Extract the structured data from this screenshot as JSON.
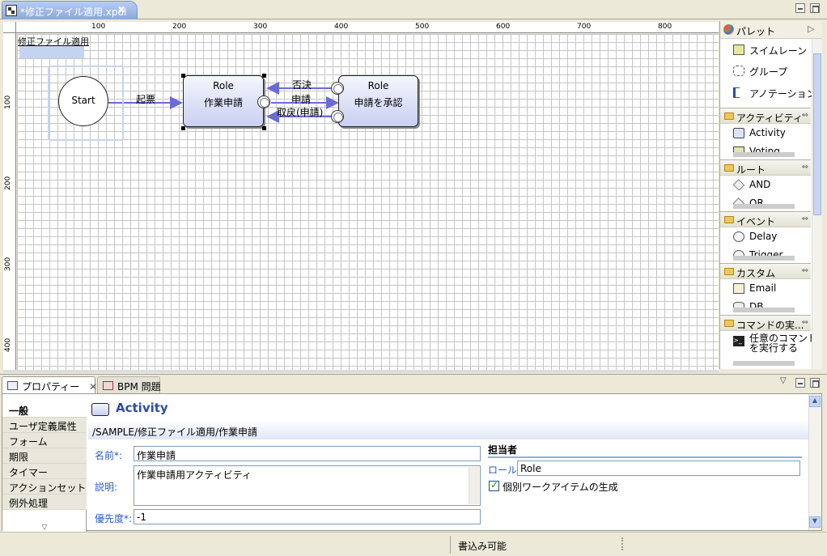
{
  "editor": {
    "tab_title": "*修正ファイル適用.xpdl",
    "tab_close": "✖",
    "ruler_x": [
      "100",
      "200",
      "300",
      "400",
      "500",
      "600",
      "700",
      "800"
    ],
    "ruler_y": [
      "100",
      "200",
      "300",
      "400"
    ]
  },
  "diagram": {
    "process_name": "修正ファイル適用",
    "start_label": "Start",
    "activity1": {
      "role": "Role",
      "name": "作業申請"
    },
    "activity2": {
      "role": "Role",
      "name": "申請を承認"
    },
    "flows": {
      "kihyo": "起票",
      "hiketsu": "否決",
      "shinsei": "申請",
      "torimodoshi": "取戻(申請)"
    }
  },
  "palette": {
    "title": "パレット",
    "tools": [
      "スイムレーン",
      "グループ",
      "アノテーション"
    ],
    "drawers": [
      {
        "label": "アクティビティ",
        "items": [
          "Activity",
          "Voting"
        ]
      },
      {
        "label": "ルート",
        "items": [
          "AND",
          "OR"
        ]
      },
      {
        "label": "イベント",
        "items": [
          "Delay",
          "Trigger"
        ]
      },
      {
        "label": "カスタム",
        "items": [
          "Email",
          "DB"
        ]
      },
      {
        "label": "コマンドの実...",
        "items": [
          "任意のコマンド",
          "を実行する"
        ]
      }
    ]
  },
  "properties": {
    "tab_label": "プロパティー",
    "tab2_label": "BPM 問題",
    "side_tabs": [
      "一般",
      "ユーザ定義属性",
      "フォーム",
      "期限",
      "タイマー",
      "アクションセット",
      "例外処理"
    ],
    "title": "Activity",
    "path": "/SAMPLE/修正ファイル適用/作業申請",
    "name_label": "名前*:",
    "name_value": "作業申請",
    "desc_label": "説明:",
    "desc_value": "作業申請用アクティビティ",
    "priority_label": "優先度*:",
    "priority_value": "-1",
    "assignee_section": "担当者",
    "role_label": "ロール:",
    "role_value": "Role",
    "checkbox_label": "個別ワークアイテムの生成",
    "checkbox_checked": true
  },
  "status": {
    "text": "書込み可能"
  },
  "colors": {
    "accent": "#2d4da0",
    "flow": "#6b6bd6",
    "activity_fill": "#c9d0f2"
  }
}
